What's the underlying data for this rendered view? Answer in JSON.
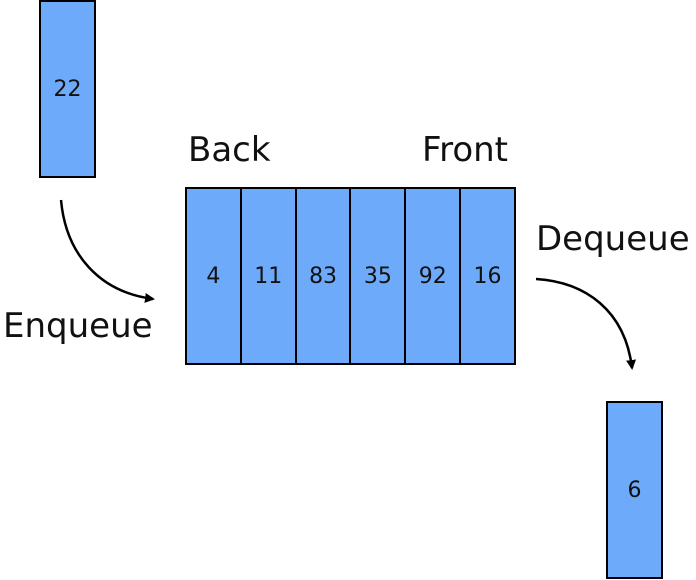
{
  "incoming_value": "22",
  "labels": {
    "back": "Back",
    "front": "Front",
    "enqueue": "Enqueue",
    "dequeue": "Dequeue"
  },
  "queue_values": [
    "4",
    "11",
    "83",
    "35",
    "92",
    "16"
  ],
  "outgoing_value": "6",
  "colors": {
    "cell_fill": "#6eaafa",
    "outline": "#000000"
  }
}
